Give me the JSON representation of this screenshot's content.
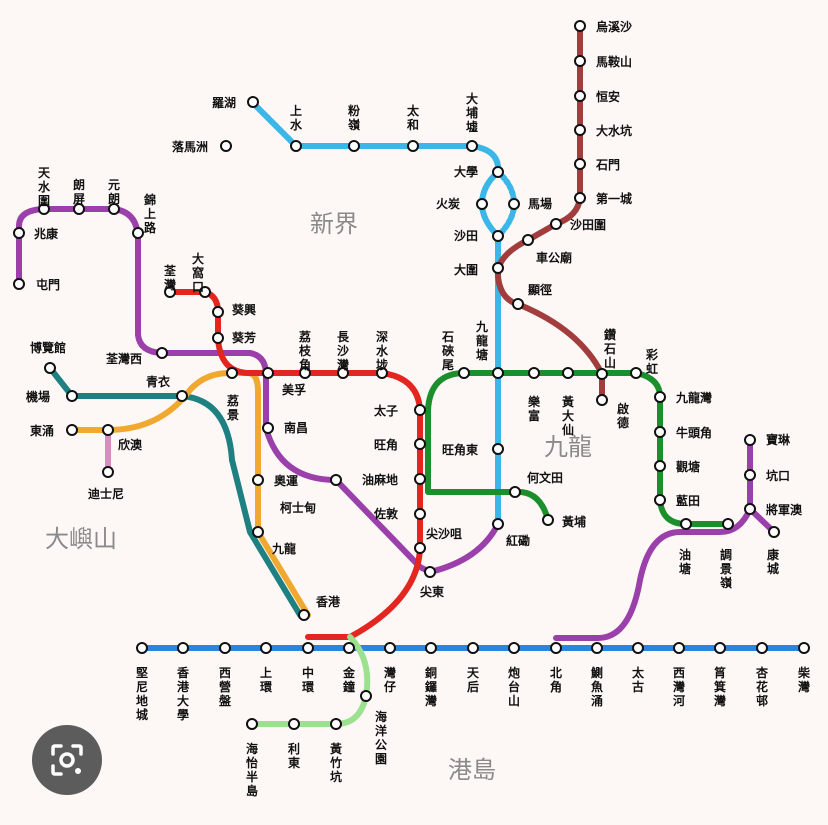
{
  "regions": {
    "new_territories": "新界",
    "kowloon": "九龍",
    "lantau": "大嶼山",
    "hk_island": "港島"
  },
  "lines": {
    "east_rail": {
      "color": "#3ab7e8"
    },
    "tuen_ma": {
      "color": "#a23d3e"
    },
    "tuen_ma_west": {
      "color": "#9b3faa"
    },
    "tsuen_wan": {
      "color": "#e3261f"
    },
    "kwun_tong": {
      "color": "#1a8f2c"
    },
    "island": {
      "color": "#2a85df"
    },
    "tung_chung": {
      "color": "#f0a830"
    },
    "airport": {
      "color": "#1e8080"
    },
    "disney": {
      "color": "#d68ec0"
    },
    "south_island": {
      "color": "#9be18f"
    },
    "tko": {
      "color": "#9b3faa"
    }
  },
  "stations": {
    "lo_wu": "羅湖",
    "lok_ma_chau": "落馬洲",
    "sheung_shui": "上水",
    "fanling": "粉嶺",
    "tai_wo": "太和",
    "tai_po_market": "大埔墟",
    "university": "大學",
    "fo_tan": "火炭",
    "racecourse": "馬場",
    "sha_tin": "沙田",
    "tai_wai": "大圍",
    "kowloon_tong": "九龍塘",
    "mong_kok_east": "旺角東",
    "hung_hom": "紅磡",
    "wu_kai_sha": "烏溪沙",
    "ma_on_shan": "馬鞍山",
    "heng_on": "恒安",
    "tai_shui_hang": "大水坑",
    "shek_mun": "石門",
    "city_one": "第一城",
    "sha_tin_wai": "沙田圍",
    "che_kung_temple": "車公廟",
    "hin_keng": "顯徑",
    "diamond_hill": "鑽石山",
    "tin_shui_wai": "天水圍",
    "long_ping": "朗屏",
    "yuen_long": "元朗",
    "kam_sheung_road": "錦上路",
    "siu_hong": "兆康",
    "tuen_mun": "屯門",
    "tsuen_wan_west": "荃灣西",
    "mei_foo": "美孚",
    "nam_cheong": "南昌",
    "austin": "柯士甸",
    "east_tst": "尖東",
    "tsuen_wan": "荃灣",
    "tai_wo_hau": "大窩口",
    "kwai_hing": "葵興",
    "kwai_fong": "葵芳",
    "lai_king": "荔景",
    "lai_chi_kok": "荔枝角",
    "cheung_sha_wan": "長沙灣",
    "sham_shui_po": "深水埗",
    "prince_edward": "太子",
    "mong_kok": "旺角",
    "yau_ma_tei": "油麻地",
    "jordan": "佐敦",
    "tsim_sha_tsui": "尖沙咀",
    "admiralty": "金鐘",
    "central": "中環",
    "shek_kip_mei": "石硤尾",
    "lok_fu": "樂富",
    "wong_tai_sin": "黃大仙",
    "choi_hung": "彩虹",
    "kai_tak": "啟德",
    "kowloon_bay": "九龍灣",
    "ngau_tau_kok": "牛頭角",
    "kwun_tong": "觀塘",
    "lam_tin": "藍田",
    "yau_tong": "油塘",
    "tiu_keng_leng": "調景嶺",
    "ho_man_tin": "何文田",
    "whampoa": "黃埔",
    "po_lam": "寶琳",
    "hang_hau": "坑口",
    "tko": "將軍澳",
    "lohas_park": "康城",
    "asiaworld_expo": "博覽館",
    "airport": "機場",
    "tsing_yi": "青衣",
    "tung_chung": "東涌",
    "sunny_bay": "欣澳",
    "disneyland": "迪士尼",
    "olympic": "奧運",
    "kowloon": "九龍",
    "hong_kong": "香港",
    "kennedy_town": "堅尼地城",
    "hku": "香港大學",
    "sai_ying_pun": "西營盤",
    "sheung_wan": "上環",
    "wan_chai": "灣仔",
    "causeway_bay": "銅鑼灣",
    "tin_hau": "天后",
    "fortress_hill": "炮台山",
    "north_point": "北角",
    "quarry_bay": "鰂魚涌",
    "tai_koo": "太古",
    "sai_wan_ho": "西灣河",
    "shau_kei_wan": "筲箕灣",
    "heng_fa_chuen": "杏花邨",
    "chai_wan": "柴灣",
    "ocean_park": "海洋公園",
    "wong_chuk_hang": "黃竹坑",
    "lei_tung": "利東",
    "south_horizons": "海怡半島"
  },
  "controls": {
    "lens_icon": "google-lens-icon"
  }
}
